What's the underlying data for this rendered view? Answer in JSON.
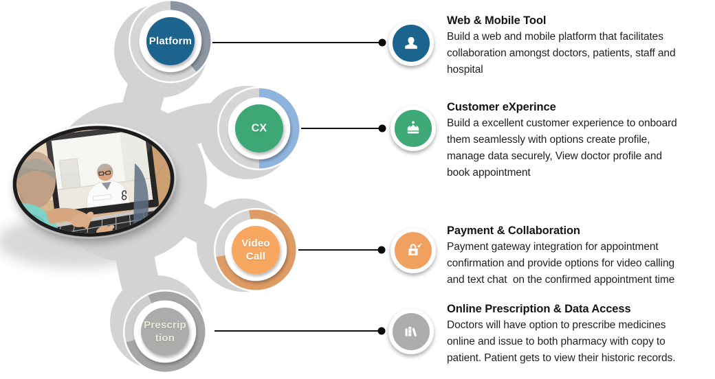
{
  "diagram": {
    "center_image": {
      "alt": "Photo in tilted ellipse: person typing on a laptop during a video call with a doctor in a white coat"
    },
    "colors": {
      "blob_gray": "#D3D3D3",
      "connector_black": "#111111"
    },
    "nodes": [
      {
        "label": "Platform",
        "color": "#1A648E",
        "arc_main": "#8C96A3",
        "arc_rest": "#D6D6D6",
        "label_color": "#FFFFFF"
      },
      {
        "label": "CX",
        "color": "#3EA876",
        "arc_main": "#8FB5DE",
        "arc_rest": "#D6D6D6",
        "label_color": "#FFFFFF"
      },
      {
        "label": "Video\nCall",
        "color": "#F7A75F",
        "arc_main": "#DE9B64",
        "arc_rest": "#D6D6D6",
        "label_color": "#FFFFFF"
      },
      {
        "label": "Prescrip\ntion",
        "color": "#ACACAC",
        "arc_main": "#A5A5A5",
        "arc_rest": "#CDCDCD",
        "label_color": "#E3EBD5"
      }
    ],
    "items": [
      {
        "icon": "user-icon",
        "icon_color": "#1A648E",
        "title": "Web & Mobile Tool",
        "description": "Build a web and mobile platform that facilitates\ncollaboration amongst doctors, patients, staff and\nhospital"
      },
      {
        "icon": "crown-icon",
        "icon_color": "#3EA876",
        "title": "Customer eXperince",
        "description": "Build a excellent customer experience to onboard\nthem seamlessly with options create profile,\nmanage data securely, View doctor profile and\nbook appointment"
      },
      {
        "icon": "shopping-bag-icon",
        "icon_color": "#F0A160",
        "title": "Payment & Collaboration",
        "description": "Payment gateway integration for appointment\nconfirmation and provide options for video calling\nand text chat  on the confirmed appointment time"
      },
      {
        "icon": "books-icon",
        "icon_color": "#ADADAD",
        "title": "Online Prescription & Data Access",
        "description": "Doctors will have option to prescribe medicines\nonline and issue to both pharmacy with copy to\npatient. Patient gets to view their historic records."
      }
    ]
  }
}
